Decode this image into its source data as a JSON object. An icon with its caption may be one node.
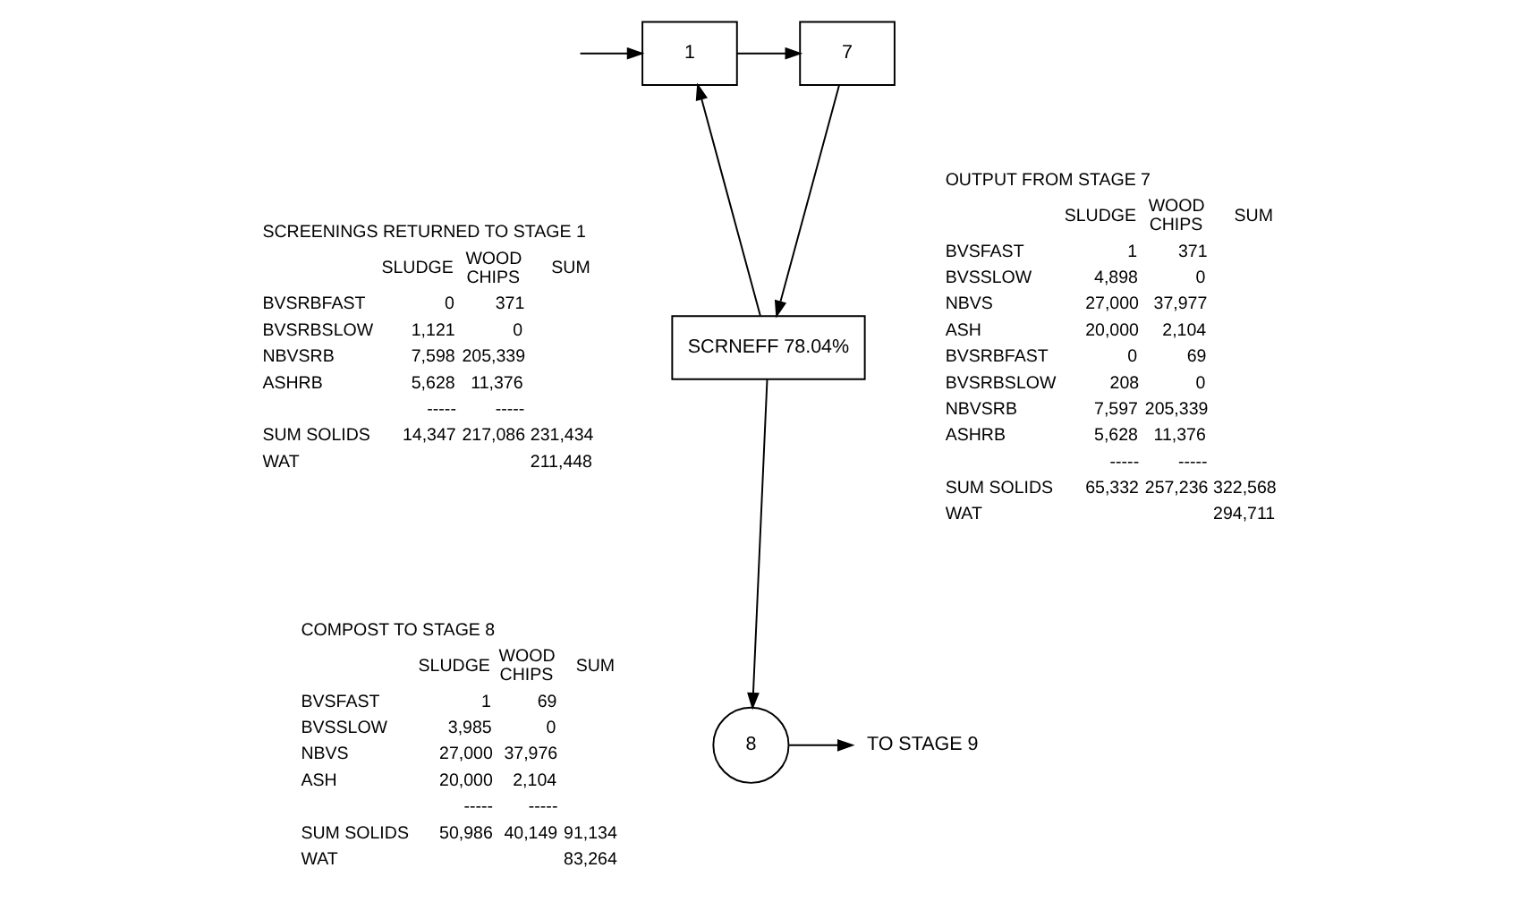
{
  "diagram": {
    "nodes": [
      {
        "text": [
          "1"
        ]
      },
      {
        "text": [
          "7"
        ]
      },
      {
        "text": [
          "SCRNEFF 78.04%"
        ]
      },
      {
        "text": [
          "8"
        ]
      },
      {
        "text": [
          "TO STAGE 9"
        ]
      }
    ],
    "edges": [
      {
        "from": null,
        "to": 0,
        "arrow": "to"
      },
      {
        "from": 0,
        "to": 1,
        "arrow": "to"
      },
      {
        "from": 1,
        "to": 2,
        "arrow": "to"
      },
      {
        "from": 2,
        "to": 0,
        "arrow": "to"
      },
      {
        "from": 2,
        "to": 3,
        "arrow": "to"
      },
      {
        "from": 3,
        "to": 4,
        "arrow": "to"
      }
    ],
    "labels": [
      "SCREENINGS RETURNED TO STAGE 1",
      "SLUDGE",
      "WOOD CHIPS",
      "SUM",
      "BVSRBFAST",
      "0",
      "371",
      "BVSRBSLOW",
      "1,121",
      "0",
      "NBVSRB",
      "7,598",
      "205,339",
      "ASHRB",
      "5,628",
      "11,376",
      "-----",
      "-----",
      "SUM SOLIDS",
      "14,347",
      "217,086",
      "231,434",
      "WAT",
      "211,448",
      "OUTPUT FROM STAGE 7",
      "SLUDGE",
      "WOOD CHIPS",
      "SUM",
      "BVSFAST",
      "1",
      "371",
      "BVSSLOW",
      "4,898",
      "0",
      "NBVS",
      "27,000",
      "37,977",
      "ASH",
      "20,000",
      "2,104",
      "BVSRBFAST",
      "0",
      "69",
      "BVSRBSLOW",
      "208",
      "0",
      "NBVSRB",
      "7,597",
      "205,339",
      "ASHRB",
      "5,628",
      "11,376",
      "-----",
      "-----",
      "SUM SOLIDS",
      "65,332",
      "257,236",
      "322,568",
      "WAT",
      "294,711",
      "COMPOST TO STAGE 8",
      "SLUDGE",
      "WOOD CHIPS",
      "SUM",
      "BVSFAST",
      "1",
      "69",
      "BVSSLOW",
      "3,985",
      "0",
      "NBVS",
      "27,000",
      "37,976",
      "ASH",
      "20,000",
      "2,104",
      "-----",
      "-----",
      "SUM SOLIDS",
      "50,986",
      "40,149",
      "91,134",
      "WAT",
      "83,264"
    ]
  }
}
